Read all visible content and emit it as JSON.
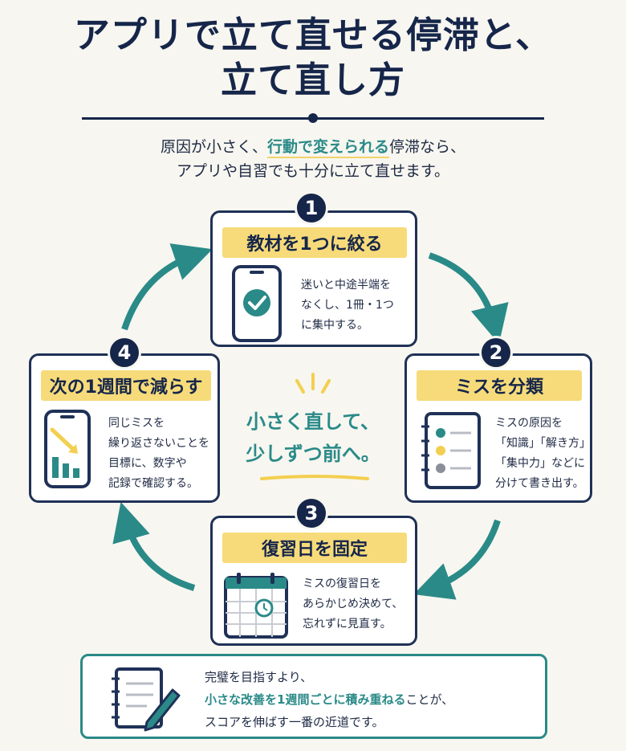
{
  "title": {
    "line1": "アプリで立て直せる停滞と、",
    "line2": "立て直し方"
  },
  "intro": {
    "part1": "原因が小さく、",
    "highlight": "行動で変えられる",
    "part2": "停滞なら、",
    "line2": "アプリや自習でも十分に立て直せます。"
  },
  "steps": [
    {
      "number": "1",
      "title": "教材を1つに絞る",
      "lines": [
        "迷いと中途半端を",
        "なくし、1冊・1つ",
        "に集中する。"
      ],
      "icon": "phone-check-icon"
    },
    {
      "number": "2",
      "title": "ミスを分類",
      "lines": [
        "ミスの原因を",
        "「知識」「解き方」",
        "「集中力」などに",
        "分けて書き出す。"
      ],
      "icon": "notebook-list-icon"
    },
    {
      "number": "3",
      "title": "復習日を固定",
      "lines": [
        "ミスの復習日を",
        "あらかじめ決めて、",
        "忘れずに見直す。"
      ],
      "icon": "calendar-clock-icon"
    },
    {
      "number": "4",
      "title": "次の1週間で減らす",
      "lines": [
        "同じミスを",
        "繰り返さないことを",
        "目標に、数字や",
        "記録で確認する。"
      ],
      "icon": "phone-chart-icon"
    }
  ],
  "center": {
    "line1": "小さく直して、",
    "line2": "少しずつ前へ。"
  },
  "bottom": {
    "line1": "完璧を目指すより、",
    "highlight": "小さな改善を1週間ごとに積み重ねる",
    "line2_rest": "ことが、",
    "line3": "スコアを伸ばす一番の近道です。",
    "icon": "notepad-pencil-icon"
  },
  "colors": {
    "navy": "#16264a",
    "teal": "#2a8a88",
    "yellow": "#f7db7a",
    "background": "#f7f6f0"
  }
}
